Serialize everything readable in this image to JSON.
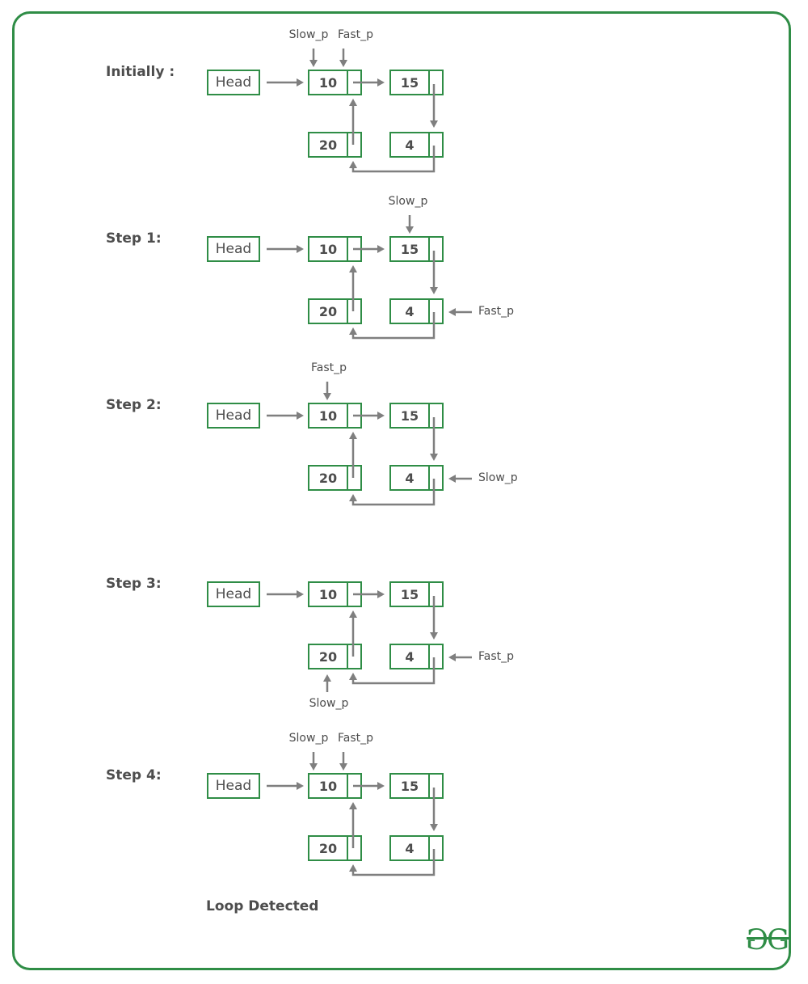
{
  "colors": {
    "green": "#2F8D46",
    "arrow_gray": "#7f7f7f",
    "text_dark": "#4d4d4d"
  },
  "head_label": "Head",
  "nodes": {
    "n10": "10",
    "n15": "15",
    "n20": "20",
    "n4": "4"
  },
  "pointer_labels": {
    "slow": "Slow_p",
    "fast": "Fast_p"
  },
  "sections": [
    {
      "label": "Initially :",
      "pointers": [
        {
          "name": "slow",
          "pos": "above-10-data"
        },
        {
          "name": "fast",
          "pos": "above-10-next"
        }
      ]
    },
    {
      "label": "Step 1:",
      "pointers": [
        {
          "name": "slow",
          "pos": "above-15"
        },
        {
          "name": "fast",
          "pos": "right-of-4"
        }
      ]
    },
    {
      "label": "Step 2:",
      "pointers": [
        {
          "name": "fast",
          "pos": "above-10"
        },
        {
          "name": "slow",
          "pos": "right-of-4"
        }
      ]
    },
    {
      "label": "Step 3:",
      "pointers": [
        {
          "name": "slow",
          "pos": "below-20"
        },
        {
          "name": "fast",
          "pos": "right-of-4"
        }
      ]
    },
    {
      "label": "Step 4:",
      "pointers": [
        {
          "name": "slow",
          "pos": "above-10-data"
        },
        {
          "name": "fast",
          "pos": "above-10-next"
        }
      ],
      "footer": "Loop Detected"
    }
  ],
  "logo_letter": "G"
}
